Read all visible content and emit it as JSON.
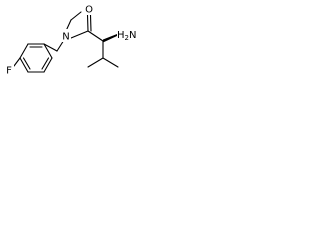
{
  "molecule": {
    "atoms": {
      "oxygen": "O",
      "nitrogen": "N",
      "fluorine": "F",
      "amine_h": "H",
      "amine_subscript": "2",
      "amine_n": "N"
    }
  }
}
